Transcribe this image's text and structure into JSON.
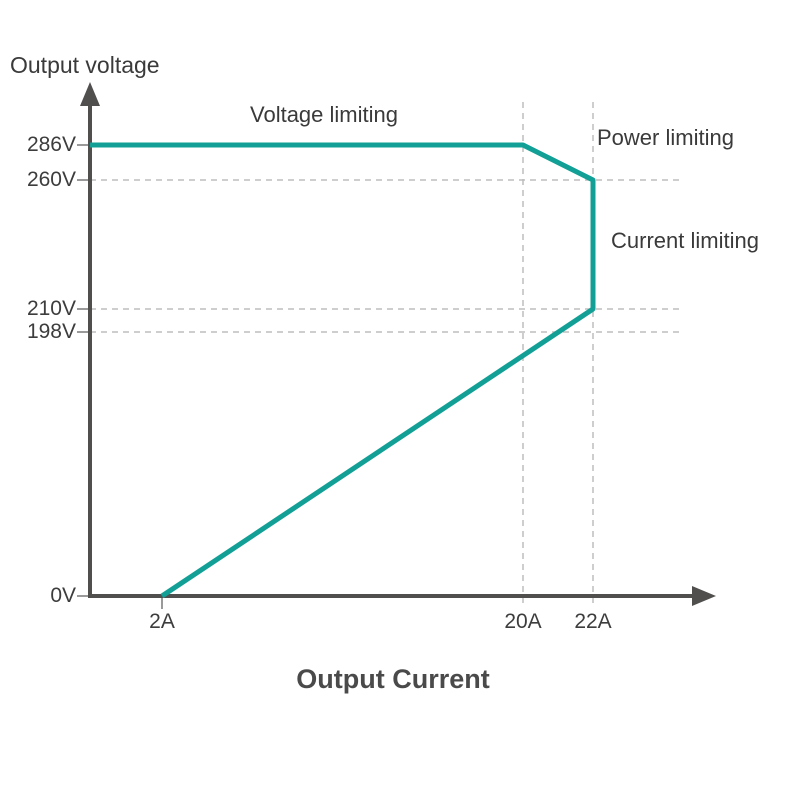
{
  "chart_data": {
    "type": "line",
    "title": "",
    "xlabel": "Output Current",
    "ylabel": "Output voltage",
    "x_ticks": [
      {
        "label": "2A",
        "value": 2,
        "gridline": false
      },
      {
        "label": "20A",
        "value": 20,
        "gridline": true
      },
      {
        "label": "22A",
        "value": 22,
        "gridline": true
      }
    ],
    "y_ticks": [
      {
        "label": "286V",
        "value": 286,
        "gridline": false
      },
      {
        "label": "260V",
        "value": 260,
        "gridline": true
      },
      {
        "label": "210V",
        "value": 210,
        "gridline": true
      },
      {
        "label": "198V",
        "value": 198,
        "gridline": true
      },
      {
        "label": "0V",
        "value": 0,
        "gridline": false
      }
    ],
    "series": [
      {
        "name": "output-operating-envelope",
        "points": [
          [
            0,
            286
          ],
          [
            20,
            286
          ],
          [
            22,
            260
          ],
          [
            22,
            210
          ],
          [
            2,
            0
          ]
        ]
      }
    ],
    "annotations": {
      "voltage": "Voltage limiting",
      "power": "Power limiting",
      "current": "Current limiting"
    },
    "legend": [],
    "grid": "dashed, only at 260V/210V/198V and 20A/22A",
    "scale_note": "schematic axis spacing as drawn, not linear",
    "colors": {
      "line": "#12A096",
      "axis": "#514E4E",
      "tick": "#9A9A9A",
      "grid": "#BDBDBD",
      "text": "#3D3D3D",
      "xlabel_text": "#4A4A4A"
    }
  }
}
